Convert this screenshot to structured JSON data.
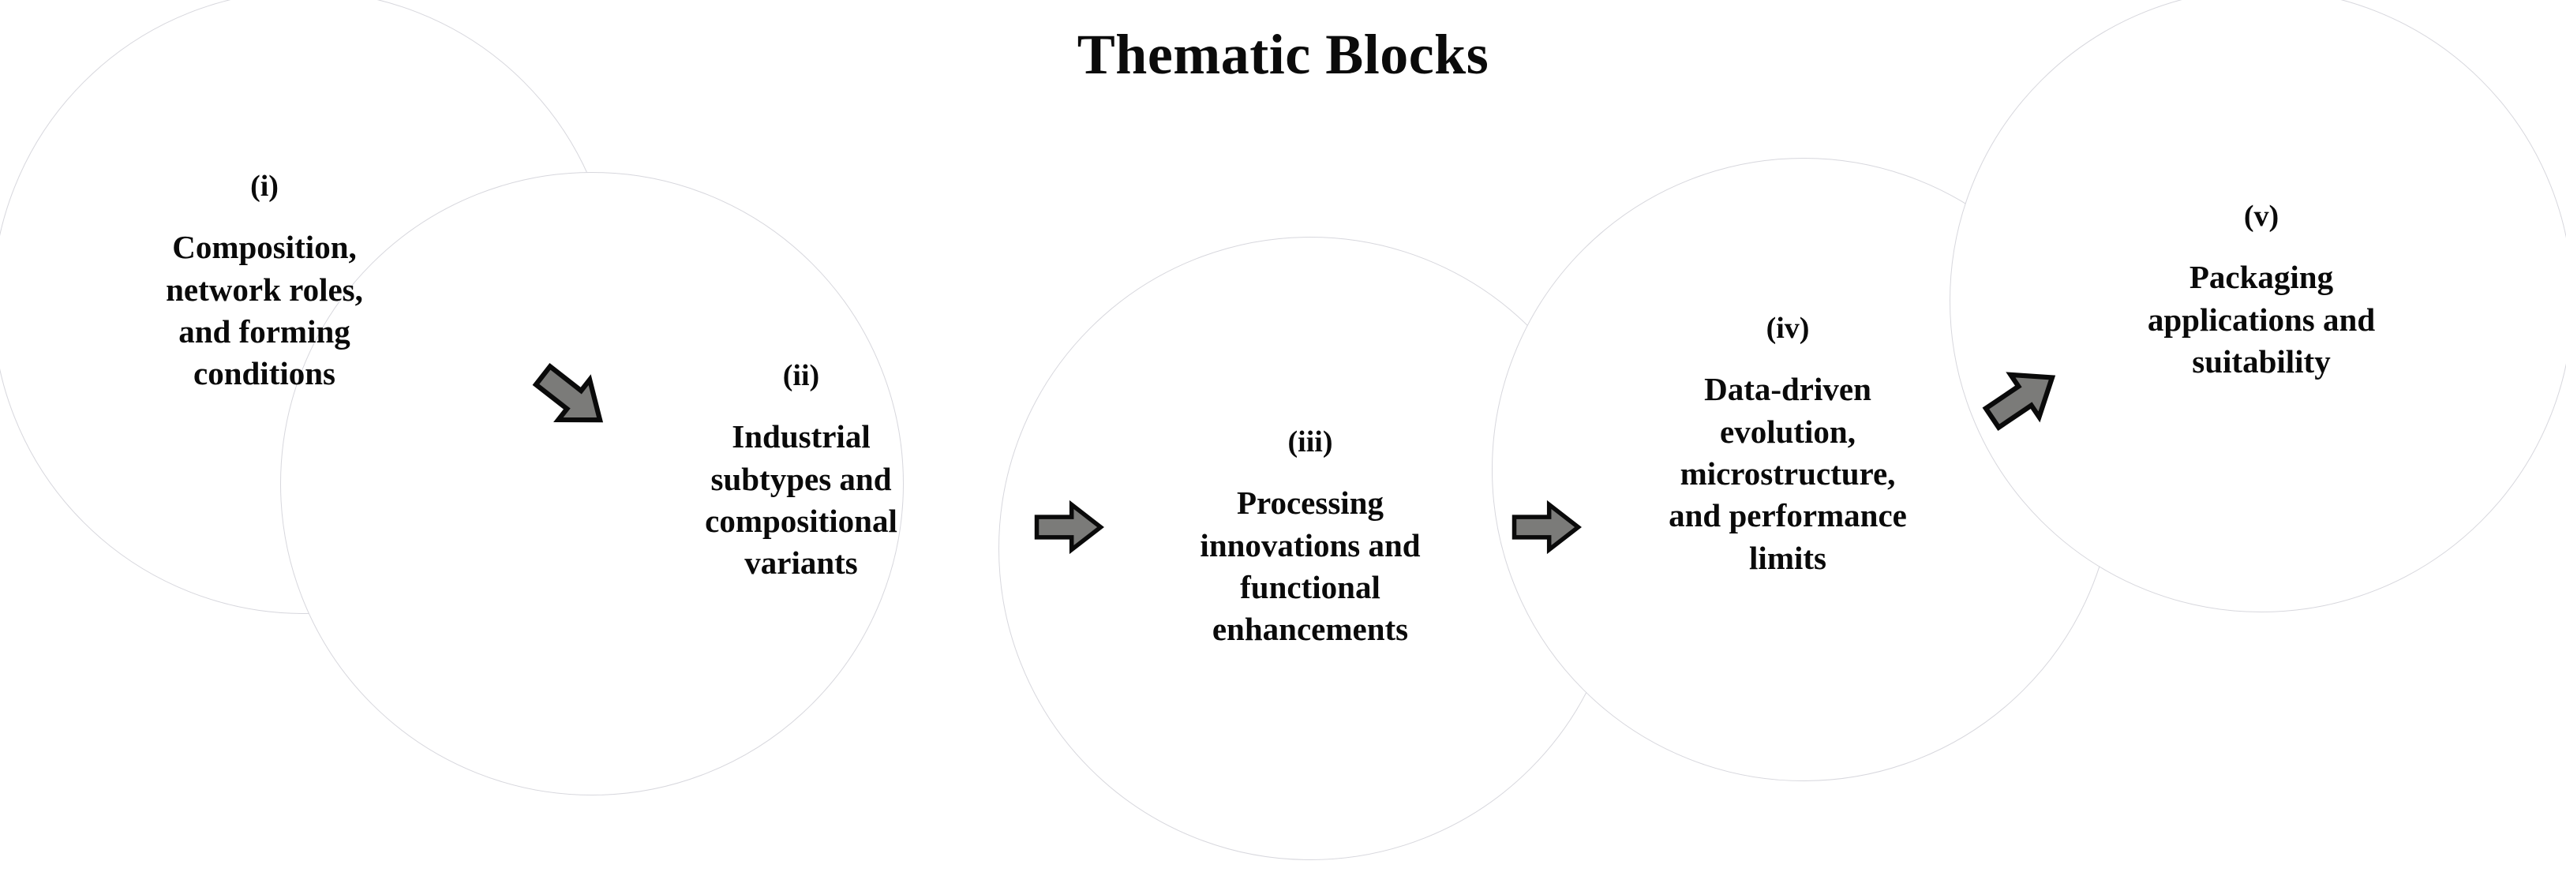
{
  "title": "Thematic Blocks",
  "blocks": [
    {
      "roman": "(i)",
      "lines": [
        "Composition,",
        "network roles,",
        "and forming",
        "conditions"
      ]
    },
    {
      "roman": "(ii)",
      "lines": [
        "Industrial",
        "subtypes and",
        "compositional",
        "variants"
      ]
    },
    {
      "roman": "(iii)",
      "lines": [
        "Processing",
        "innovations and",
        "functional",
        "enhancements"
      ]
    },
    {
      "roman": "(iv)",
      "lines": [
        "Data-driven",
        "evolution,",
        "microstructure,",
        "and performance",
        "limits"
      ]
    },
    {
      "roman": "(v)",
      "lines": [
        "Packaging",
        "applications and",
        "suitability"
      ]
    }
  ],
  "arrows": [
    {
      "name": "arrow-1-down-right",
      "direction": "down-right"
    },
    {
      "name": "arrow-2-right",
      "direction": "right"
    },
    {
      "name": "arrow-3-right",
      "direction": "right"
    },
    {
      "name": "arrow-4-up-right",
      "direction": "up-right"
    }
  ],
  "colors": {
    "arrow_fill": "#7b7b79",
    "arrow_stroke": "#0a0a0a",
    "text": "#0a0a0a",
    "circle_edge": "#d7d7dd",
    "background": "#ffffff"
  }
}
